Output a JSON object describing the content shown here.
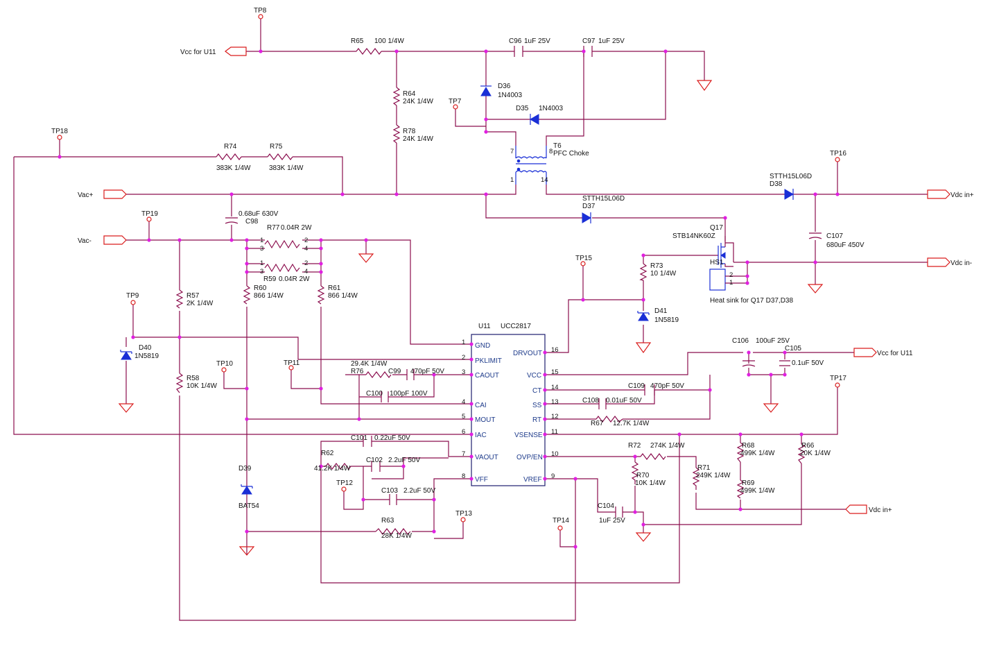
{
  "testpoints": [
    "TP8",
    "TP7",
    "TP18",
    "TP16",
    "TP19",
    "TP15",
    "TP9",
    "TP10",
    "TP11",
    "TP17",
    "TP12",
    "TP13",
    "TP14"
  ],
  "ports": {
    "vcc_u11_left": "Vcc for U11",
    "vcc_u11_right": "Vcc for U11",
    "vac_plus": "Vac+",
    "vac_minus": "Vac-",
    "vdc_in_plus_top": "Vdc in+",
    "vdc_in_minus": "Vdc in-",
    "vdc_in_plus_bottom": "Vdc in+"
  },
  "components": {
    "r65": {
      "ref": "R65",
      "value": "100 1/4W"
    },
    "c96": {
      "ref": "C96",
      "value": "1uF 25V"
    },
    "c97": {
      "ref": "C97",
      "value": "1uF 25V"
    },
    "d36": {
      "ref": "D36",
      "value": "1N4003"
    },
    "d35": {
      "ref": "D35",
      "value": "1N4003"
    },
    "r64": {
      "ref": "R64",
      "value": "24K 1/4W"
    },
    "r78": {
      "ref": "R78",
      "value": "24K 1/4W"
    },
    "t6": {
      "ref": "T6",
      "value": "PFC Choke"
    },
    "r74": {
      "ref": "R74",
      "value": "383K 1/4W"
    },
    "r75": {
      "ref": "R75",
      "value": "383K 1/4W"
    },
    "d38": {
      "ref": "D38",
      "value": "STTH15L06D"
    },
    "d37": {
      "ref": "D37",
      "value": "STTH15L06D"
    },
    "c98": {
      "ref": "C98",
      "value": "0.68uF 630V"
    },
    "r77": {
      "ref": "R77",
      "value": "0.04R 2W"
    },
    "r59": {
      "ref": "R59",
      "value": "0.04R 2W"
    },
    "q17": {
      "ref": "Q17",
      "value": "STB14NK60Z"
    },
    "c107": {
      "ref": "C107",
      "value": "680uF 450V"
    },
    "hs1": {
      "ref": "HS1",
      "value": "Heat sink for Q17 D37,D38"
    },
    "r73": {
      "ref": "R73",
      "value": "10 1/4W"
    },
    "r60": {
      "ref": "R60",
      "value": "866 1/4W"
    },
    "r61": {
      "ref": "R61",
      "value": "866 1/4W"
    },
    "d41": {
      "ref": "D41",
      "value": "1N5819"
    },
    "r57": {
      "ref": "R57",
      "value": "2K 1/4W"
    },
    "d40": {
      "ref": "D40",
      "value": "1N5819"
    },
    "c106": {
      "ref": "C106",
      "value": "100uF 25V"
    },
    "c105": {
      "ref": "C105",
      "value": "0.1uF 50V"
    },
    "r76": {
      "ref": "R76",
      "value": "29.4K 1/4W"
    },
    "c99": {
      "ref": "C99",
      "value": "470pF 50V"
    },
    "c100": {
      "ref": "C100",
      "value": "100pF 100V"
    },
    "c109": {
      "ref": "C109",
      "value": "470pF 50V"
    },
    "c108": {
      "ref": "C108",
      "value": "0.01uF 50V"
    },
    "r67": {
      "ref": "R67",
      "value": "12.7K 1/4W"
    },
    "r58": {
      "ref": "R58",
      "value": "10K 1/4W"
    },
    "c101": {
      "ref": "C101",
      "value": "0.22uF 50V"
    },
    "r62": {
      "ref": "R62",
      "value": "41.2K 1/4W"
    },
    "c102": {
      "ref": "C102",
      "value": "2.2uF 50V"
    },
    "r72": {
      "ref": "R72",
      "value": "274K 1/4W"
    },
    "r68": {
      "ref": "R68",
      "value": "499K 1/4W"
    },
    "r66": {
      "ref": "R66",
      "value": "20K 1/4W"
    },
    "r70": {
      "ref": "R70",
      "value": "10K 1/4W"
    },
    "r71": {
      "ref": "R71",
      "value": "249K 1/4W"
    },
    "r69": {
      "ref": "R69",
      "value": "499K 1/4W"
    },
    "d39": {
      "ref": "D39",
      "value": "BAT54"
    },
    "c103": {
      "ref": "C103",
      "value": "2.2uF 50V"
    },
    "r63": {
      "ref": "R63",
      "value": "28K 1/4W"
    },
    "c104": {
      "ref": "C104",
      "value": "1uF 25V"
    }
  },
  "ic": {
    "ref": "U11",
    "part": "UCC2817",
    "left_pins": [
      {
        "num": "1",
        "name": "GND"
      },
      {
        "num": "2",
        "name": "PKLIMIT"
      },
      {
        "num": "3",
        "name": "CAOUT"
      },
      {
        "num": "4",
        "name": "CAI"
      },
      {
        "num": "5",
        "name": "MOUT"
      },
      {
        "num": "6",
        "name": "IAC"
      },
      {
        "num": "7",
        "name": "VAOUT"
      },
      {
        "num": "8",
        "name": "VFF"
      }
    ],
    "right_pins": [
      {
        "num": "16",
        "name": "DRVOUT"
      },
      {
        "num": "15",
        "name": "VCC"
      },
      {
        "num": "14",
        "name": "CT"
      },
      {
        "num": "13",
        "name": "SS"
      },
      {
        "num": "12",
        "name": "RT"
      },
      {
        "num": "11",
        "name": "VSENSE"
      },
      {
        "num": "10",
        "name": "OVP/EN"
      },
      {
        "num": "9",
        "name": "VREF"
      }
    ]
  },
  "transformer_pins": [
    "7",
    "8",
    "1",
    "14"
  ],
  "shunt_pins": [
    "1",
    "2",
    "3",
    "4"
  ],
  "hs1_pins": [
    "2",
    "1"
  ]
}
